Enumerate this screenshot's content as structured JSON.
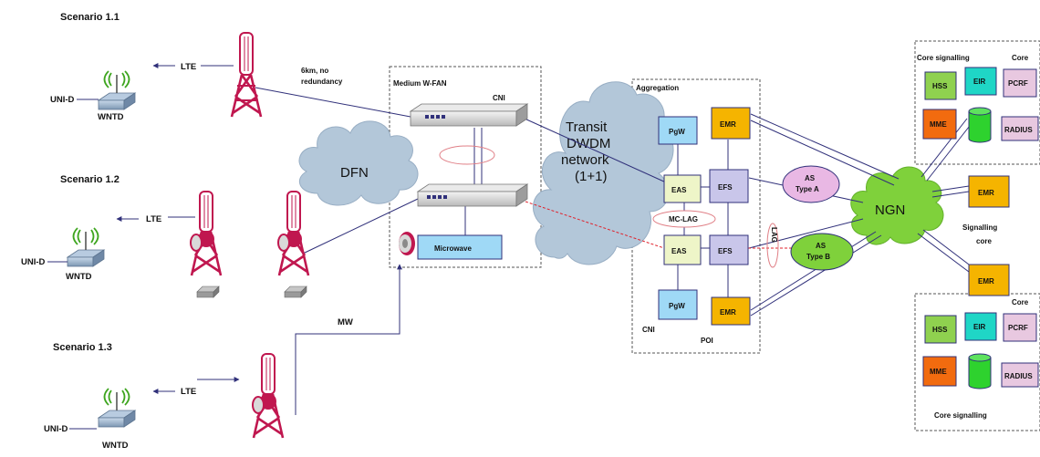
{
  "scenarios": {
    "s1": {
      "title": "Scenario 1.1",
      "uni": "UNI-D",
      "wntd": "WNTD",
      "lte": "LTE",
      "link_note_1": "6km, no",
      "link_note_2": "redundancy"
    },
    "s2": {
      "title": "Scenario 1.2",
      "uni": "UNI-D",
      "wntd": "WNTD",
      "lte": "LTE"
    },
    "s3": {
      "title": "Scenario 1.3",
      "uni": "UNI-D",
      "wntd": "WNTD",
      "lte": "LTE",
      "mw": "MW"
    }
  },
  "clouds": {
    "dfn": "DFN",
    "transit_1": "Transit",
    "transit_2": "DWDM",
    "transit_3": "network",
    "transit_4": "(1+1)",
    "ngn": "NGN"
  },
  "wfan": {
    "title": "Medium W-FAN",
    "cni": "CNI",
    "microwave": "Microwave"
  },
  "aggregation": {
    "title": "Aggregation",
    "pgw_top": "PgW",
    "emr_top": "EMR",
    "eas_top": "EAS",
    "efs_top": "EFS",
    "mclag": "MC-LAG",
    "eas_bot": "EAS",
    "efs_bot": "EFS",
    "pgw_bot": "PgW",
    "emr_bot": "EMR",
    "lag": "LAG",
    "cni": "CNI",
    "poi": "POI"
  },
  "as": {
    "a_1": "AS",
    "a_2": "Type A",
    "b_1": "AS",
    "b_2": "Type B"
  },
  "core_top": {
    "signalling": "Core signalling",
    "core": "Core",
    "hss": "HSS",
    "eir": "EIR",
    "pcrf": "PCRF",
    "mme": "MME",
    "radius": "RADIUS"
  },
  "signalling_core": {
    "emr": "EMR",
    "label_1": "Signalling",
    "label_2": "core"
  },
  "emr_mid": "EMR",
  "core_bottom": {
    "core": "Core",
    "hss": "HSS",
    "eir": "EIR",
    "pcrf": "PCRF",
    "mme": "MME",
    "radius": "RADIUS",
    "signalling": "Core signalling"
  },
  "colors": {
    "cloud_grey": "#b3c7d9",
    "cloud_green": "#7fd13b",
    "tower": "#c0174f",
    "pgw": "#9fd9f6",
    "emr": "#f5b400",
    "eas": "#eef5c8",
    "efs": "#c9c6ea",
    "as_fill": "#e9b8e4",
    "as_green": "#7fd13b",
    "hss": "#8fd14f",
    "eir": "#1fd6c6",
    "pcrf": "#e8c8e0",
    "mme": "#f26b0f",
    "green_db": "#2ed22e",
    "microwave": "#9fd9f6",
    "line": "#30307a"
  }
}
